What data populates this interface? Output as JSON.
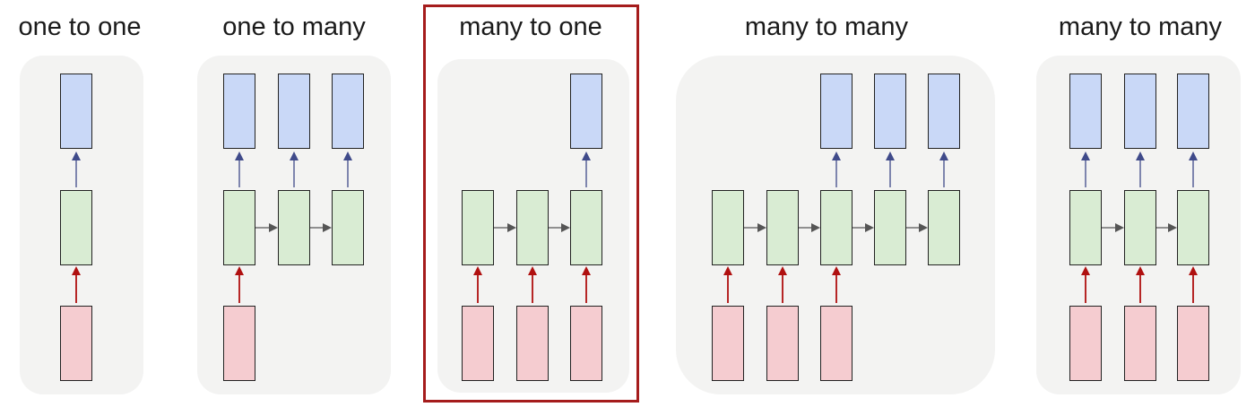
{
  "diagram": {
    "panels": [
      {
        "id": "one-to-one",
        "title": "one to one",
        "highlighted": false
      },
      {
        "id": "one-to-many",
        "title": "one to many",
        "highlighted": false
      },
      {
        "id": "many-to-one",
        "title": "many to one",
        "highlighted": true
      },
      {
        "id": "many-to-many-delayed",
        "title": "many to many",
        "highlighted": false
      },
      {
        "id": "many-to-many-synced",
        "title": "many to many",
        "highlighted": false
      }
    ],
    "colors": {
      "output_cell": "#c9d8f7",
      "hidden_cell": "#d9ecd3",
      "input_cell": "#f5ccd0",
      "input_arrow": "#b01010",
      "output_arrow": "#3f4a8a",
      "recurrent_arrow": "#555555",
      "highlight_border": "#a51c1c",
      "panel_background": "#f3f3f2"
    }
  }
}
